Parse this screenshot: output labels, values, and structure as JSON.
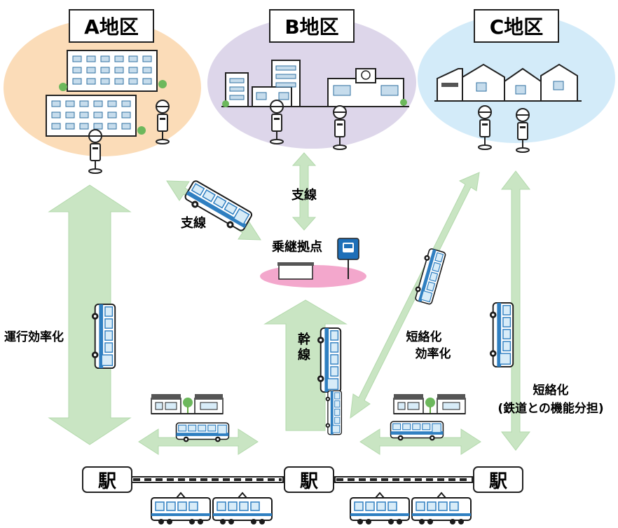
{
  "districts": [
    {
      "label": "A地区",
      "color": "#fbdcb8"
    },
    {
      "label": "B地区",
      "color": "#ddd6ea"
    },
    {
      "label": "C地区",
      "color": "#d3ebf9"
    }
  ],
  "hub": {
    "label": "乗継拠点",
    "color": "#f3a7cc"
  },
  "route_labels": {
    "branch_left": "支線",
    "branch_top": "支線",
    "trunk_line1": "幹",
    "trunk_line2": "線",
    "efficiency": "運行効率化",
    "shorten1": "短絡化",
    "shorten2": "効率化",
    "rail_shorten1": "短絡化",
    "rail_shorten2": "(鉄道との機能分担)"
  },
  "stations": [
    {
      "label": "駅"
    },
    {
      "label": "駅"
    },
    {
      "label": "駅"
    }
  ],
  "colors": {
    "arrow": "#c9e5c3",
    "arrow_stroke": "#b3d9ac",
    "bus_blue": "#2f7fc1",
    "bus_light": "#d8ecf8",
    "sign_blue": "#1e6fb8",
    "rail": "#222222"
  }
}
